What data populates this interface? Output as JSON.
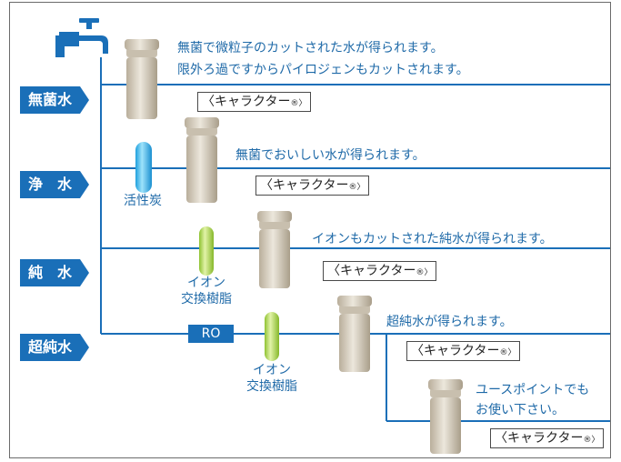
{
  "categories": {
    "sterile": "無菌水",
    "pure": "浄　水",
    "junsui": "純　水",
    "ultra": "超純水"
  },
  "descriptions": {
    "sterile_line1": "無菌で微粒子のカットされた水が得られます。",
    "sterile_line2": "限外ろ過ですからパイロジェンもカットされます。",
    "pure": "無菌でおいしい水が得られます。",
    "junsui": "イオンもカットされた純水が得られます。",
    "ultra": "超純水が得られます。",
    "use_point_line1": "ユースポイントでも",
    "use_point_line2": "お使い下さい。"
  },
  "badge_text": "〈キャラクター",
  "badge_suffix": "®〉",
  "labels": {
    "activated_carbon": "活性炭",
    "ion_exchange_1a": "イオン",
    "ion_exchange_1b": "交換樹脂",
    "ion_exchange_2a": "イオン",
    "ion_exchange_2b": "交換樹脂",
    "ro": "RO"
  },
  "colors": {
    "pipe": "#1a6fb8",
    "category_bg": "#1a6fb8",
    "text": "#1f6aa8",
    "carbon": "#3bb7ec",
    "resin": "#a8d24c",
    "cartridge": "#cfc6b6"
  }
}
